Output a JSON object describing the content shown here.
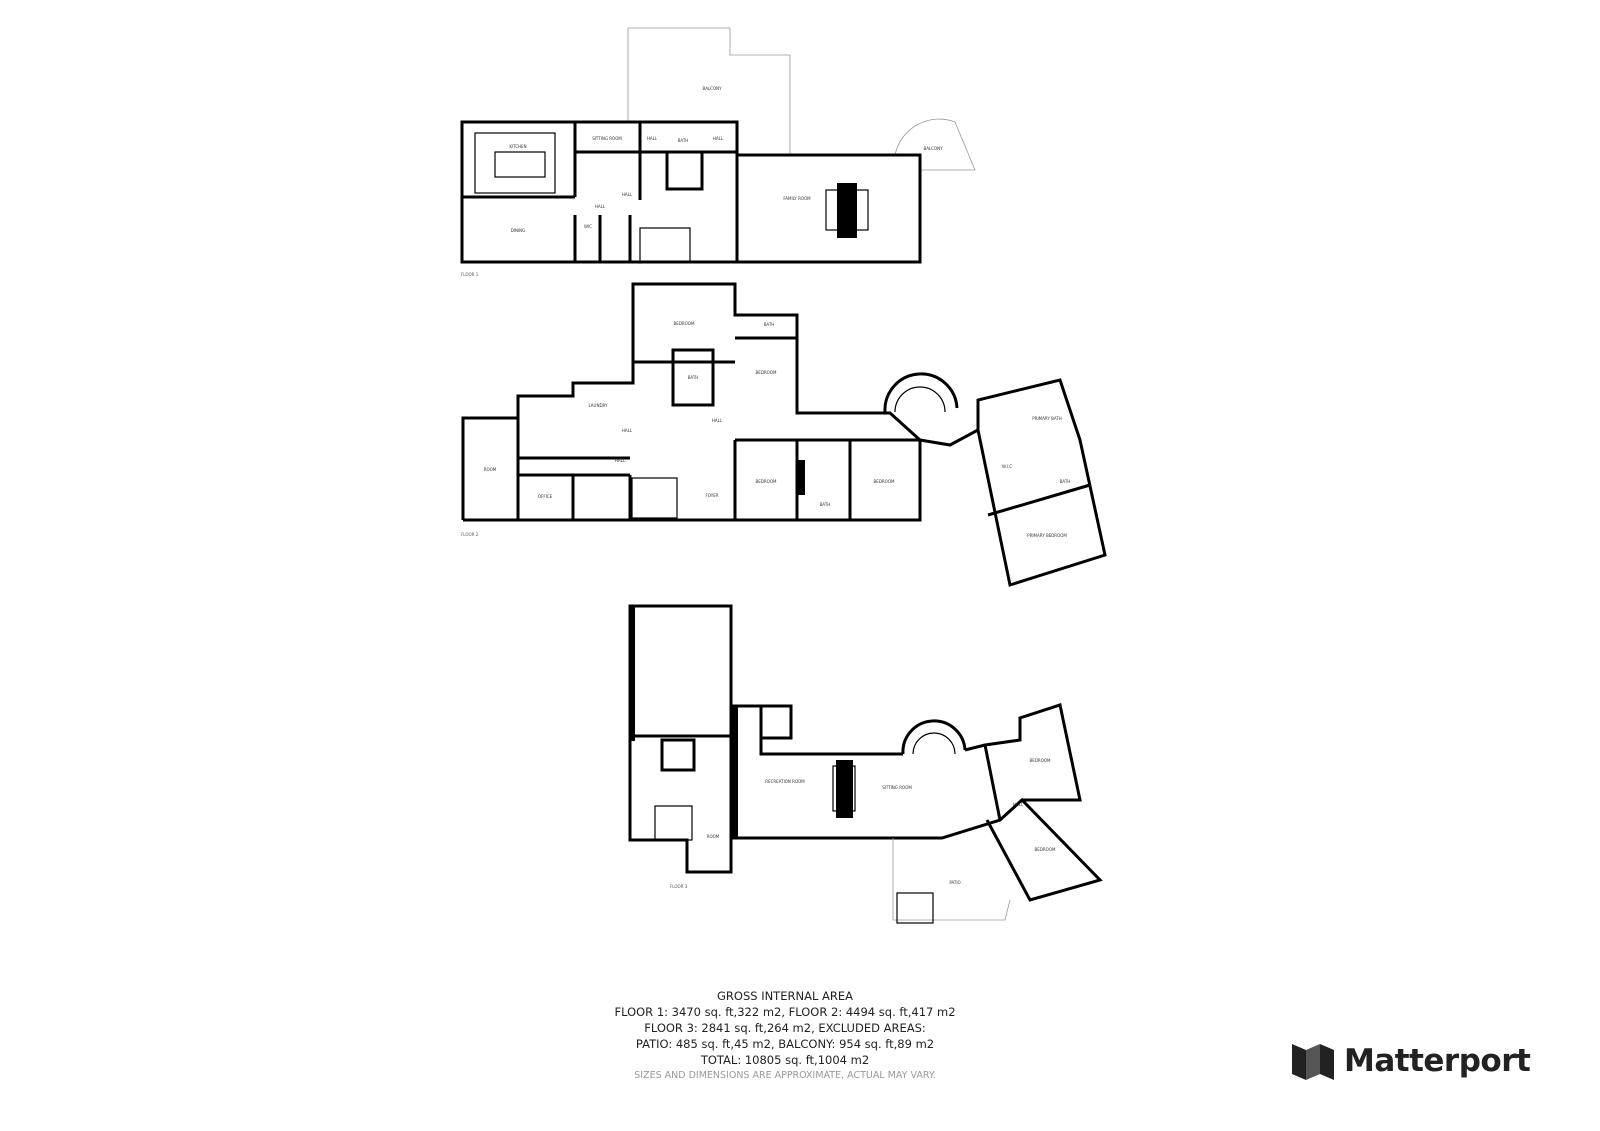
{
  "floors": [
    {
      "label": "FLOOR 1",
      "rooms": {
        "kitchen": "KITCHEN",
        "sitting": "SITTING ROOM",
        "hall1": "HALL",
        "bath1": "BATH",
        "hall2": "HALL",
        "hall3": "HALL",
        "hall4": "HALL",
        "family": "FAMILY ROOM",
        "dining": "DINING",
        "wic": "WIC",
        "balcony1": "BALCONY",
        "balcony2": "BALCONY"
      }
    },
    {
      "label": "FLOOR 2",
      "rooms": {
        "bedroom1": "BEDROOM",
        "bath1": "BATH",
        "bedroom2": "BEDROOM",
        "bath2": "BATH",
        "laundry": "LAUNDRY",
        "hall1": "HALL",
        "hall2": "HALL",
        "hall3": "HALL",
        "room": "ROOM",
        "office": "OFFICE",
        "foyer": "FOYER",
        "bedroom3": "BEDROOM",
        "bath3": "BATH",
        "bedroom4": "BEDROOM",
        "primary_bath": "PRIMARY BATH",
        "wic": "W.I.C",
        "bath4": "BATH",
        "primary_bedroom": "PRIMARY BEDROOM"
      }
    },
    {
      "label": "FLOOR 3",
      "rooms": {
        "recreation": "RECREATION ROOM",
        "sitting": "SITTING ROOM",
        "room": "ROOM",
        "bedroom1": "BEDROOM",
        "bedroom2": "BEDROOM",
        "hall": "HALL",
        "patio": "PATIO"
      }
    }
  ],
  "summary": {
    "title": "GROSS INTERNAL AREA",
    "line1": "FLOOR 1: 3470 sq. ft,322 m2, FLOOR 2: 4494 sq. ft,417 m2",
    "line2": "FLOOR 3: 2841 sq. ft,264 m2, EXCLUDED AREAS:",
    "line3": "PATIO: 485 sq. ft,45 m2, BALCONY: 954 sq. ft,89 m2",
    "line4": "TOTAL: 10805 sq. ft,1004 m2",
    "note": "SIZES AND DIMENSIONS ARE APPROXIMATE, ACTUAL MAY VARY."
  },
  "brand": {
    "name": "Matterport",
    "icon": "matterport-logo-icon",
    "color": "#222222"
  }
}
